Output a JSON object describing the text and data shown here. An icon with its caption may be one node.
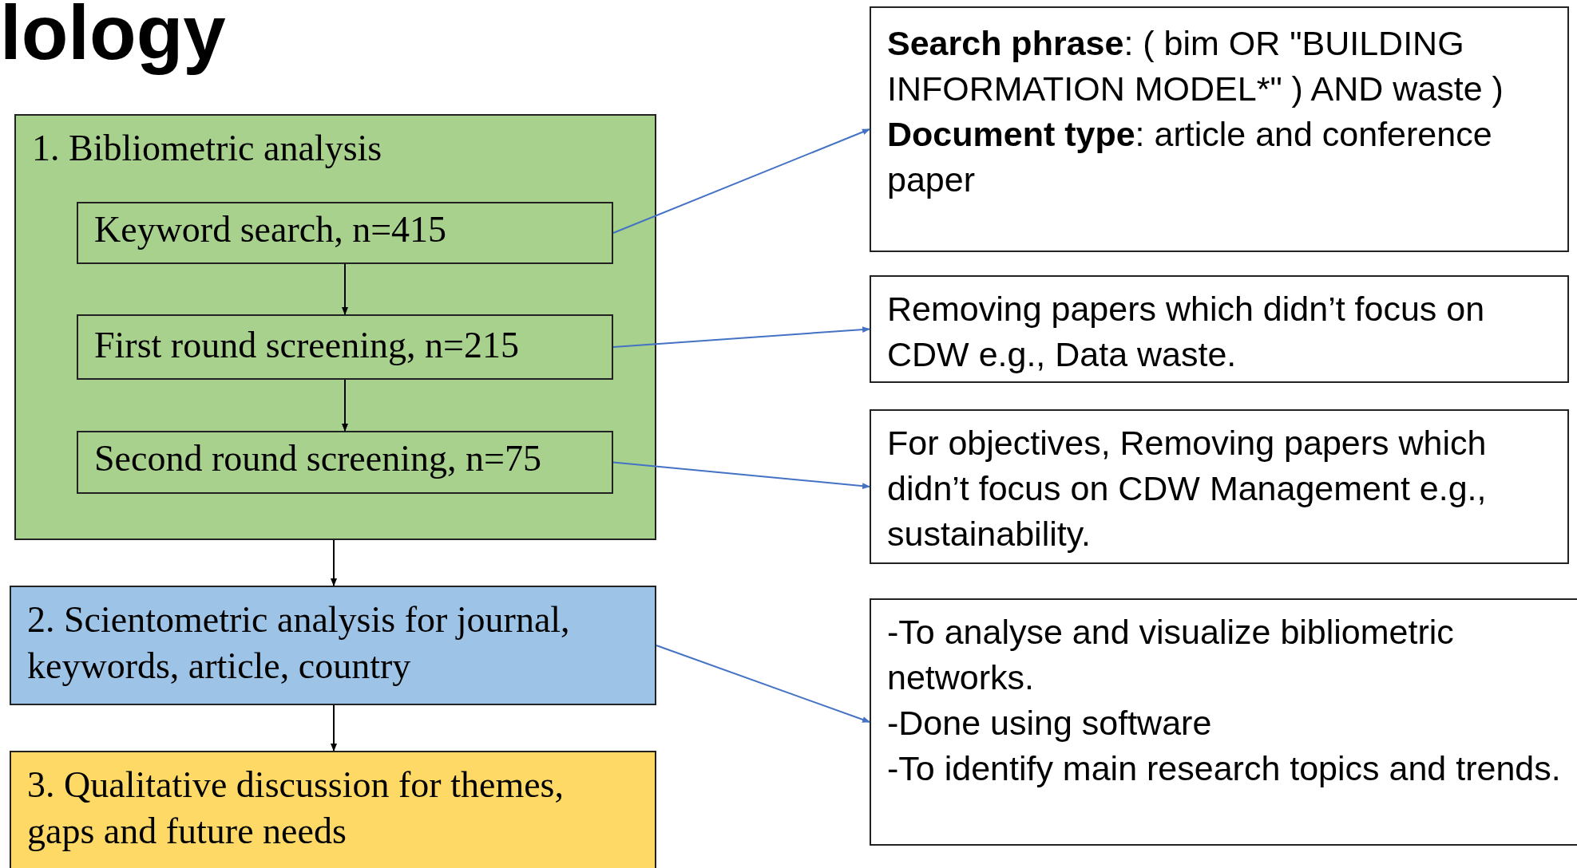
{
  "diagram": {
    "title": "lology",
    "nodes": [
      {
        "text": [
          "1. Bibliometric analysis"
        ]
      },
      {
        "text": [
          "Keyword search, n=415"
        ],
        "in": 0
      },
      {
        "text": [
          "First round screening, n=215"
        ],
        "in": 0
      },
      {
        "text": [
          "Second round screening, n=75"
        ],
        "in": 0
      },
      {
        "text": [
          "2. Scientometric analysis for journal, keywords, article, country"
        ]
      },
      {
        "text": [
          "3. Qualitative discussion for themes, gaps and future needs"
        ]
      },
      {
        "text": [
          "**Search phrase**: ( bim  OR  \"BUILDING INFORMATION MODEL*\" )  AND  waste )",
          "**Document type**: article and conference paper"
        ]
      },
      {
        "text": [
          "Removing papers which didn’t focus on CDW e.g., Data waste."
        ]
      },
      {
        "text": [
          "For objectives, Removing papers which didn’t focus on CDW Management e.g., sustainability."
        ]
      },
      {
        "text": [
          "-To analyse and visualize bibliometric networks.",
          "-Done using software",
          "-To identify main research topics and trends."
        ]
      }
    ],
    "edges": [
      {
        "from": 1,
        "to": 2,
        "arrow": "to"
      },
      {
        "from": 2,
        "to": 3,
        "arrow": "to"
      },
      {
        "from": 0,
        "to": 4,
        "arrow": "to"
      },
      {
        "from": 4,
        "to": 5,
        "arrow": "to"
      },
      {
        "from": 1,
        "to": 6,
        "arrow": "to",
        "color": "#4472c4"
      },
      {
        "from": 2,
        "to": 7,
        "arrow": "to",
        "color": "#4472c4"
      },
      {
        "from": 3,
        "to": 8,
        "arrow": "to",
        "color": "#4472c4"
      },
      {
        "from": 4,
        "to": 9,
        "arrow": "to",
        "color": "#4472c4"
      }
    ]
  }
}
